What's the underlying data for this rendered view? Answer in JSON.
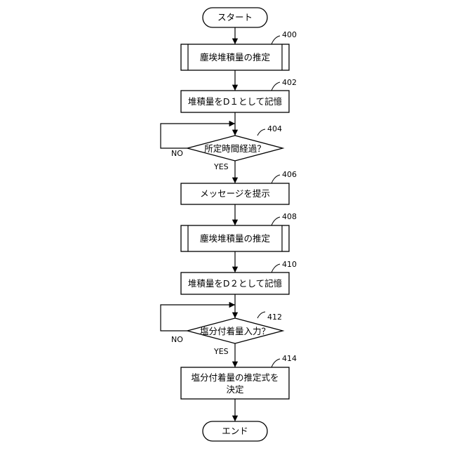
{
  "flowchart": {
    "start": {
      "label": "スタート"
    },
    "steps": [
      {
        "ref": "400",
        "label": "塵埃堆積量の推定",
        "kind": "predefined"
      },
      {
        "ref": "402",
        "label": "堆積量をD１として記憶",
        "kind": "process"
      },
      {
        "ref": "404",
        "label": "所定時間経過？",
        "kind": "decision",
        "no_label": "NO",
        "yes_label": "YES"
      },
      {
        "ref": "406",
        "label": "メッセージを提示",
        "kind": "process"
      },
      {
        "ref": "408",
        "label": "塵埃堆積量の推定",
        "kind": "predefined"
      },
      {
        "ref": "410",
        "label": "堆積量をD２として記憶",
        "kind": "process"
      },
      {
        "ref": "412",
        "label": "塩分付着量入力？",
        "kind": "decision",
        "no_label": "NO",
        "yes_label": "YES"
      },
      {
        "ref": "414",
        "label_line1": "塩分付着量の推定式を",
        "label_line2": "決定",
        "kind": "process"
      }
    ],
    "end": {
      "label": "エンド"
    }
  }
}
